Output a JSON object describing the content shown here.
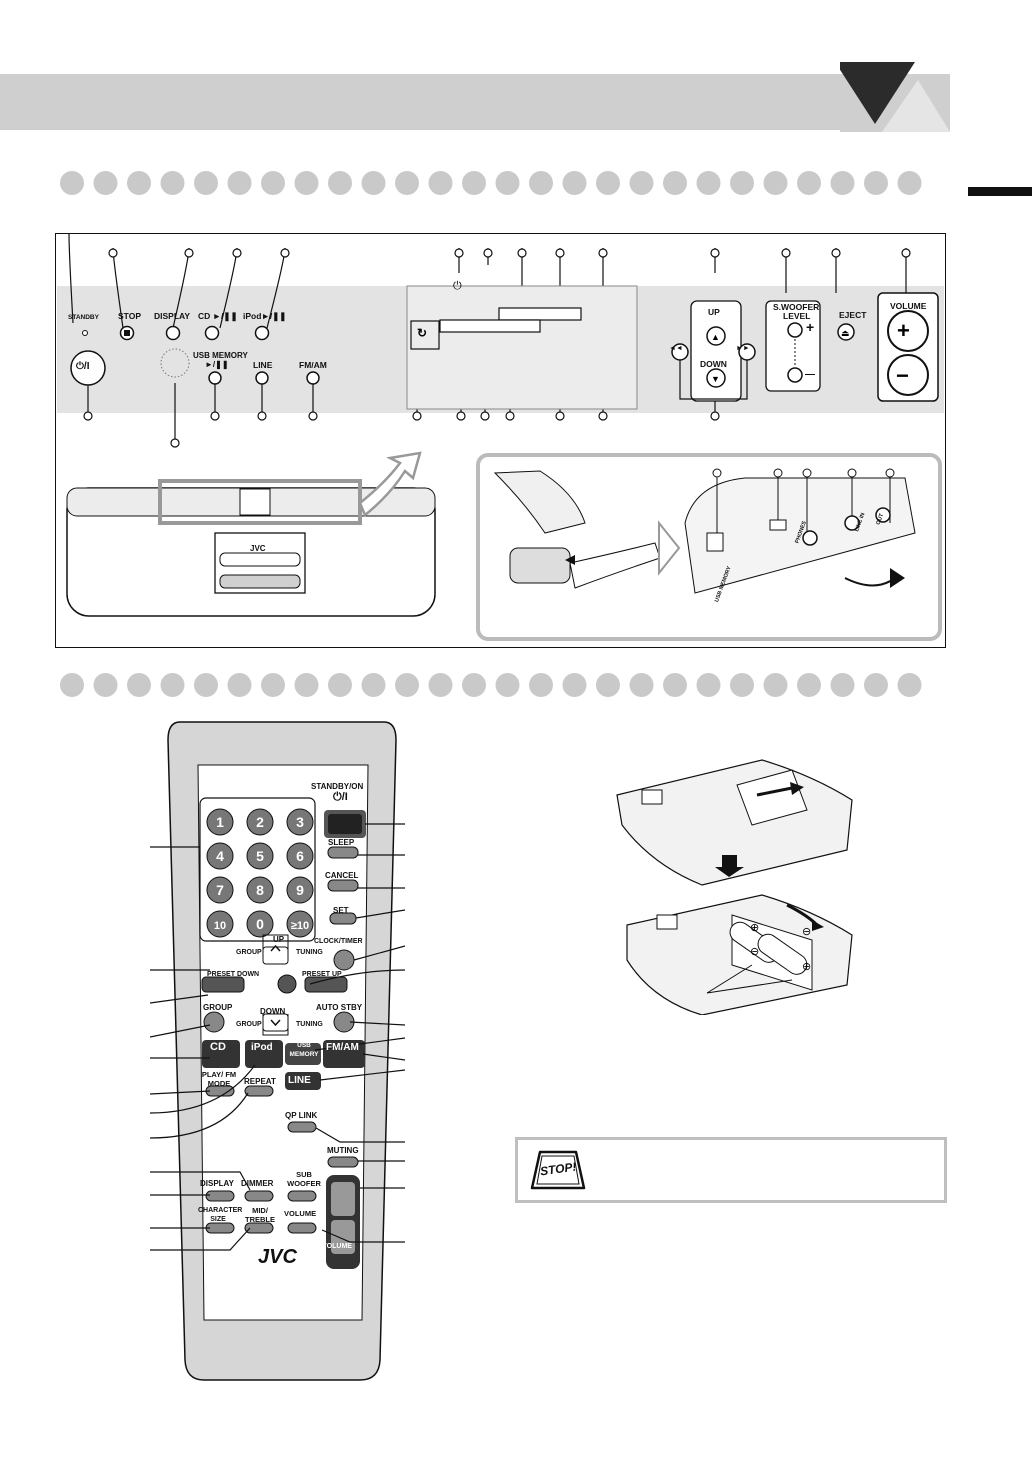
{
  "front_panel": {
    "standby": "STANDBY",
    "stop": "STOP",
    "display": "DISPLAY",
    "cd": "CD ►/❚❚",
    "ipod": "iPod►/❚❚",
    "power": "⏻/I",
    "usb_memory_line1": "USB MEMORY",
    "usb_memory_line2": "►/❚❚",
    "line": "LINE",
    "fm_am": "FM/AM",
    "up": "UP",
    "down": "DOWN",
    "swoofer_line1": "S.WOOFER",
    "swoofer_line2": "LEVEL",
    "plus": "+",
    "minus": "—",
    "eject": "EJECT",
    "volume": "VOLUME",
    "prev_symbol": "◄◄",
    "next_symbol": "►►"
  },
  "unit": {
    "brand": "JVC"
  },
  "jacks": {
    "usb": "USB MEMORY",
    "phones": "PHONES",
    "line_in": "LINE IN",
    "line_out": "OUT"
  },
  "remote": {
    "standby_on": "STANDBY/ON",
    "power": "⏻/I",
    "digits": [
      "1",
      "2",
      "3",
      "4",
      "5",
      "6",
      "7",
      "8",
      "9",
      "10",
      "0",
      "≥10"
    ],
    "sleep": "SLEEP",
    "cancel": "CANCEL",
    "set": "SET",
    "clock_timer": "CLOCK/TIMER",
    "up": "UP",
    "down": "DOWN",
    "group": "GROUP",
    "tuning": "TUNING",
    "preset_down": "PRESET DOWN",
    "preset_up": "PRESET UP",
    "auto_stby": "AUTO STBY",
    "cd": "CD",
    "ipod": "iPod",
    "usb_memory": "USB MEMORY",
    "fm_am": "FM/AM",
    "play_fm_mode": "PLAY/ FM MODE",
    "repeat": "REPEAT",
    "line": "LINE",
    "qp_link": "QP LINK",
    "muting": "MUTING",
    "display": "DISPLAY",
    "dimmer": "DIMMER",
    "sub_woofer": "SUB WOOFER",
    "volume": "VOLUME",
    "character_size": "CHARACTER SIZE",
    "mid_treble": "MID/ TREBLE",
    "brand": "JVC"
  },
  "warning": {
    "badge": "STOP!"
  }
}
